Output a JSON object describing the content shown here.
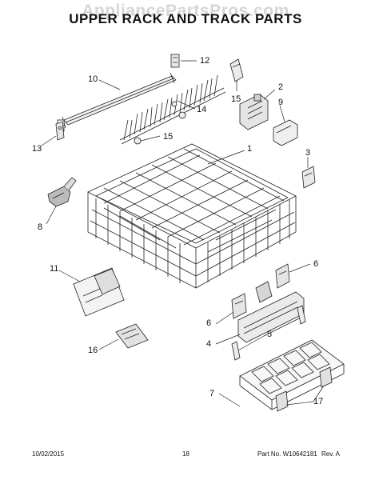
{
  "watermark": "AppliancePartsPros.com",
  "title": "UPPER RACK AND TRACK PARTS",
  "callouts": {
    "c1": "1",
    "c2": "2",
    "c3": "3",
    "c4": "4",
    "c5": "5",
    "c6a": "6",
    "c6b": "6",
    "c7": "7",
    "c8": "8",
    "c9": "9",
    "c10": "10",
    "c11": "11",
    "c12": "12",
    "c13": "13",
    "c14": "14",
    "c15a": "15",
    "c15b": "15",
    "c16": "16",
    "c17": "17"
  },
  "footer": {
    "date": "10/02/2015",
    "page": "18",
    "part_no": "Part No. W10642181",
    "rev": "Rev. A"
  }
}
